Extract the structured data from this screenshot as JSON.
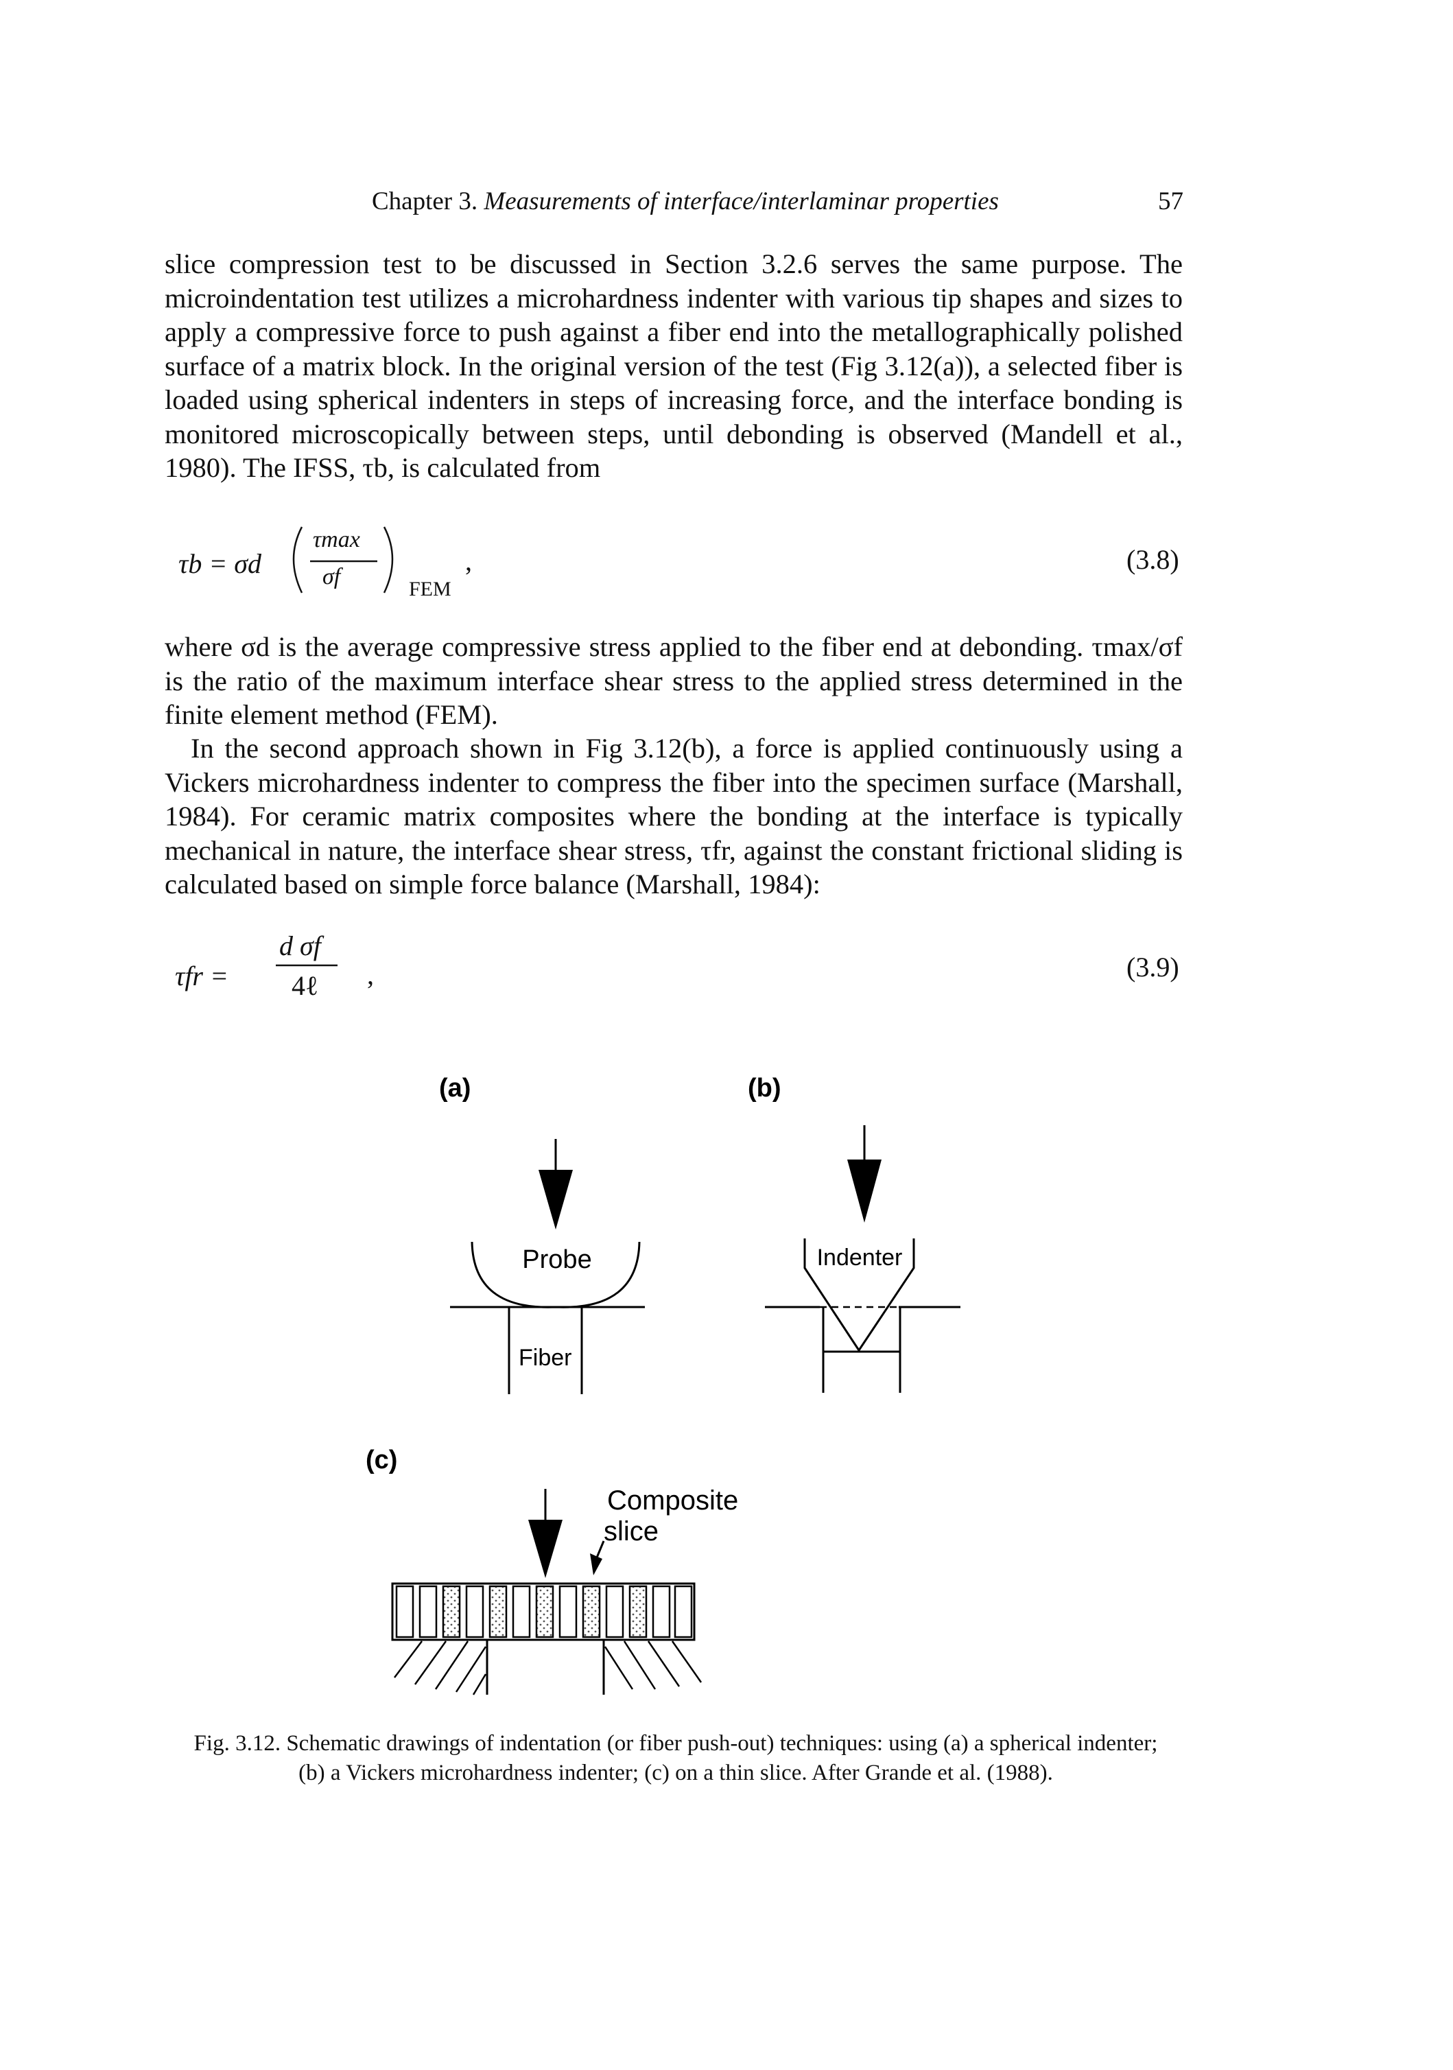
{
  "header": {
    "chapter": "Chapter 3.",
    "title": "Measurements of interface/interlaminar properties",
    "page_number": "57"
  },
  "paragraph1": "slice compression test to be discussed in Section 3.2.6 serves the same purpose. The microindentation test utilizes a microhardness indenter with various tip shapes and sizes to apply a compressive force to push against a fiber end into the metallographically polished surface of a matrix block. In the original version of the test (Fig 3.12(a)), a selected fiber is loaded using spherical indenters in steps of increasing force, and the interface bonding is monitored microscopically between steps, until debonding is observed (Mandell et al., 1980). The IFSS, τb, is calculated from",
  "equation_38": {
    "lhs": "τb = σd",
    "num": "τmax",
    "den": "σf",
    "sub": "FEM",
    "trail": ",",
    "number": "(3.8)"
  },
  "paragraph2": "where σd is the average compressive stress applied to the fiber end at debonding. τmax/σf is the ratio of the maximum interface shear stress to the applied stress determined in the finite element method (FEM).",
  "paragraph3": "In the second approach shown in Fig 3.12(b), a force is applied continuously using a Vickers microhardness indenter to compress the fiber into the specimen surface (Marshall, 1984). For ceramic matrix composites where the bonding at the interface is typically mechanical in nature, the interface shear stress, τfr, against the constant frictional sliding is calculated based on simple force balance (Marshall, 1984):",
  "equation_39": {
    "lhs": "τfr =",
    "num": "d σf",
    "den": "4ℓ",
    "trail": ",",
    "number": "(3.9)"
  },
  "figure": {
    "label_a": "(a)",
    "label_b": "(b)",
    "label_c": "(c)",
    "probe": "Probe",
    "fiber": "Fiber",
    "indenter": "Indenter",
    "composite_line1": "Composite",
    "composite_line2": "slice"
  },
  "caption": {
    "line1": "Fig. 3.12. Schematic drawings of indentation (or fiber push-out) techniques: using (a) a spherical indenter;",
    "line2": "(b) a Vickers microhardness indenter; (c) on a thin slice. After Grande et al. (1988)."
  }
}
